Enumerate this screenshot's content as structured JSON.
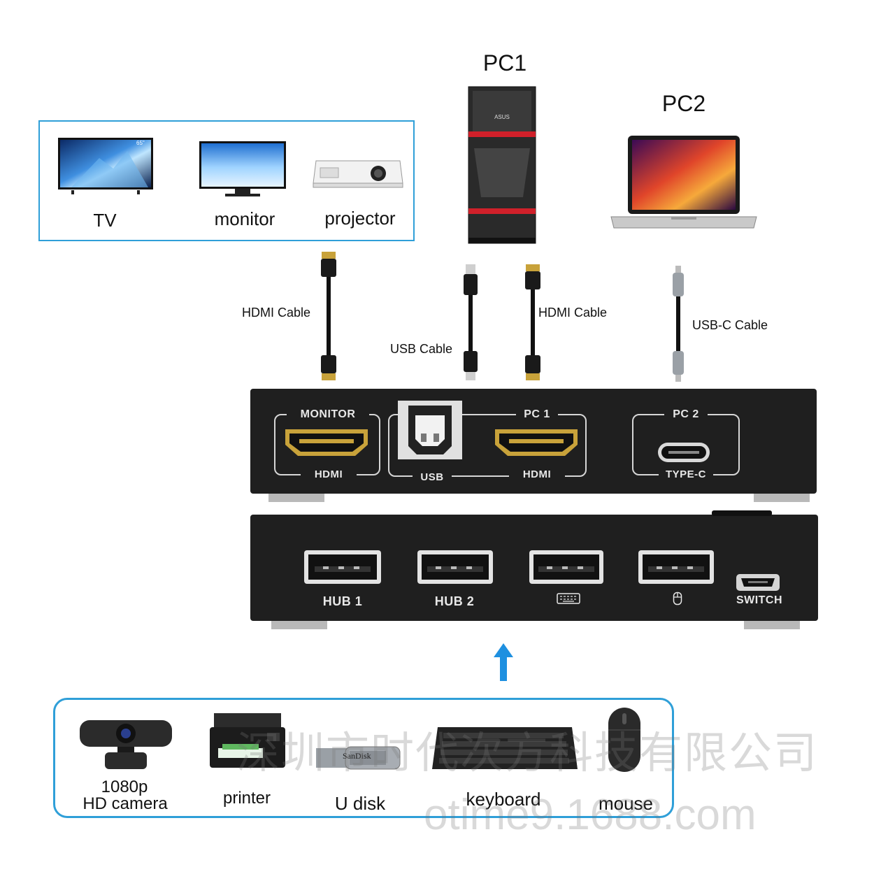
{
  "pc1": {
    "label": "PC1"
  },
  "pc2": {
    "label": "PC2"
  },
  "displays": {
    "tv": "TV",
    "tv_badge": "65\"",
    "monitor": "monitor",
    "projector": "projector"
  },
  "cables": {
    "hdmi_display": "HDMI Cable",
    "usb_pc1": "USB Cable",
    "hdmi_pc1": "HDMI Cable",
    "usbc_pc2": "USB-C Cable"
  },
  "front_panel": {
    "monitor_title": "MONITOR",
    "monitor_port": "HDMI",
    "usb_port": "USB",
    "pc1_title": "PC 1",
    "pc1_port": "HDMI",
    "pc2_title": "PC 2",
    "pc2_port": "TYPE-C"
  },
  "back_panel": {
    "hub1": "HUB  1",
    "hub2": "HUB  2",
    "switch": "SWITCH"
  },
  "peripherals": {
    "camera_line1": "1080p",
    "camera_line2": "HD camera",
    "printer": "printer",
    "udisk": "U disk",
    "udisk_brand": "SanDisk",
    "keyboard": "keyboard",
    "mouse": "mouse"
  },
  "watermark": {
    "line1": "深圳市时代次方科技有限公司",
    "line2": "otime9.1688.com"
  },
  "colors": {
    "accent": "#2f9fd8",
    "device": "#1f1f1f",
    "pc_red": "#d0202a"
  }
}
